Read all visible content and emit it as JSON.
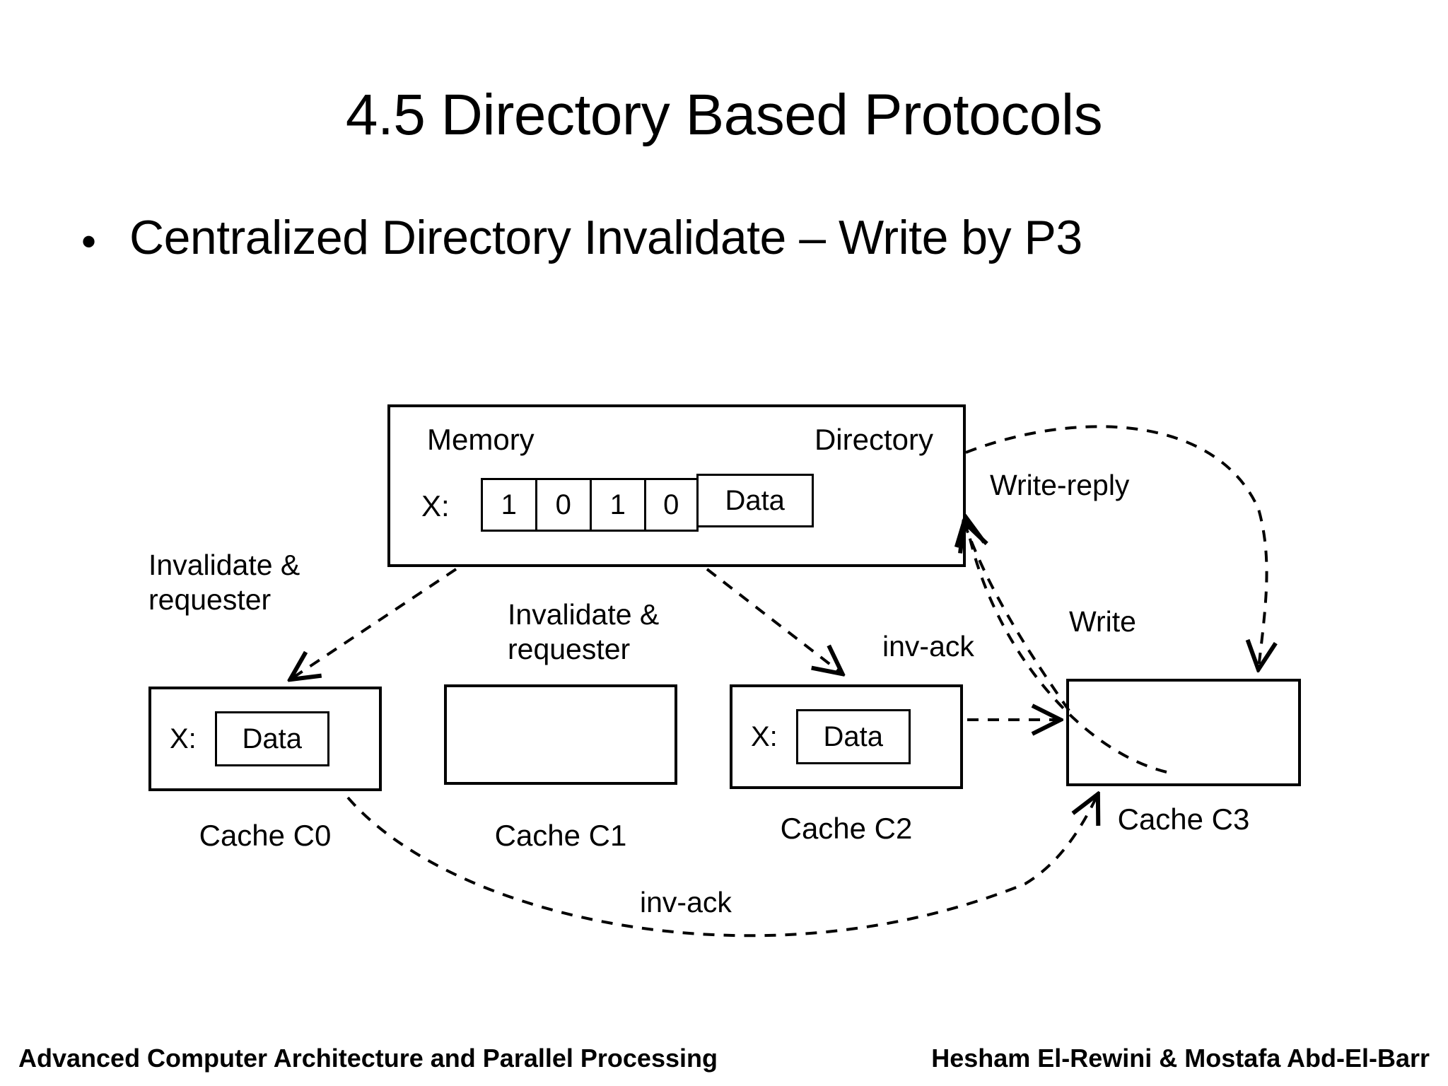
{
  "slide": {
    "title": "4.5 Directory Based Protocols",
    "bullet_marker": "•",
    "bullet_text": "Centralized Directory Invalidate – Write by P3"
  },
  "diagram": {
    "memory_block": {
      "memory_label": "Memory",
      "directory_label": "Directory",
      "row_label": "X:",
      "directory_bits": [
        "1",
        "0",
        "1",
        "0"
      ],
      "data_cell": "Data"
    },
    "caches": [
      {
        "id": "C0",
        "caption": "Cache C0",
        "x_label": "X:",
        "data": "Data",
        "has_data": true
      },
      {
        "id": "C1",
        "caption": "Cache C1",
        "x_label": "",
        "data": "",
        "has_data": false
      },
      {
        "id": "C2",
        "caption": "Cache C2",
        "x_label": "X:",
        "data": "Data",
        "has_data": true
      },
      {
        "id": "C3",
        "caption": "Cache C3",
        "x_label": "",
        "data": "",
        "has_data": false
      }
    ],
    "edge_labels": {
      "invalidate_requester_left": "Invalidate &\nrequester",
      "invalidate_requester_mid": "Invalidate &\nrequester",
      "inv_ack_right": "inv-ack",
      "inv_ack_bottom": "inv-ack",
      "write_reply": "Write-reply",
      "write": "Write"
    }
  },
  "footer": {
    "left": "Advanced Computer Architecture and Parallel Processing",
    "right": "Hesham El-Rewini & Mostafa Abd-El-Barr"
  },
  "colors": {
    "stroke": "#000000",
    "background": "#ffffff"
  }
}
